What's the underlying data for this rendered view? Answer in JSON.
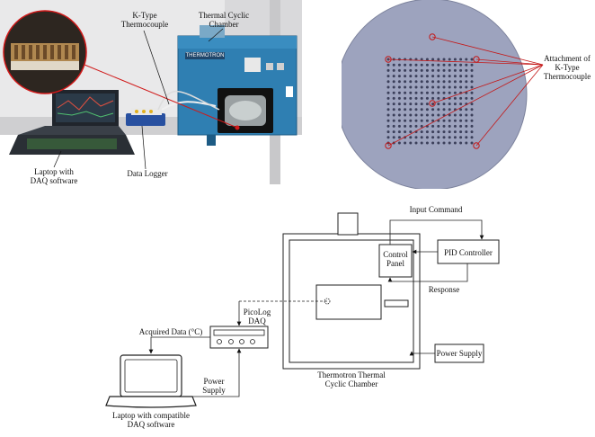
{
  "photo": {
    "k_type": [
      "K-Type",
      "Thermocouple"
    ],
    "chamber": [
      "Thermal Cyclic",
      "Chamber"
    ],
    "laptop": [
      "Laptop with",
      "DAQ software"
    ],
    "logger": "Data Logger",
    "brand": "THERMOTRON"
  },
  "wafer": {
    "label": [
      "Attachment of",
      "K-Type",
      "Thermocouple"
    ]
  },
  "schematic": {
    "input_command": "Input Command",
    "control_panel": [
      "Control",
      "Panel"
    ],
    "pid_controller": "PID Controller",
    "response": "Response",
    "picolog": [
      "PicoLog",
      "DAQ"
    ],
    "acquired_data": "Acquired Data (°C)",
    "power_supply_right": "Power Supply",
    "power_supply_left": [
      "Power",
      "Supply"
    ],
    "chamber_caption": [
      "Thermotron Thermal",
      "Cyclic Chamber"
    ],
    "laptop_caption": [
      "Laptop with compatible",
      "DAQ software"
    ]
  }
}
